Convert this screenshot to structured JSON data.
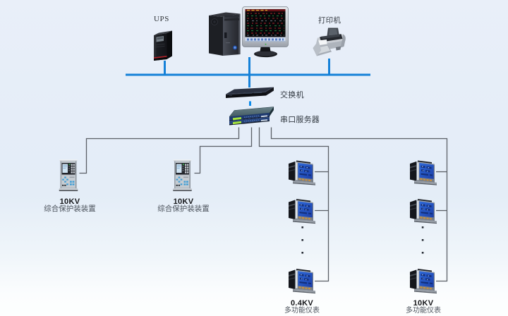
{
  "diagram": {
    "type": "network-topology",
    "nodes": {
      "ups": {
        "label": "UPS"
      },
      "computer": {
        "label": ""
      },
      "printer": {
        "label": "打印机"
      },
      "switch": {
        "label": "交换机"
      },
      "serial_server": {
        "label": "串口服务器"
      },
      "protection_device_1": {
        "voltage": "10KV",
        "name": "综合保护装装置"
      },
      "protection_device_2": {
        "voltage": "10KV",
        "name": "综合保护装装置"
      },
      "meter_group_1": {
        "voltage": "0.4KV",
        "name": "多功能仪表"
      },
      "meter_group_2": {
        "voltage": "10KV",
        "name": "多功能仪表"
      }
    },
    "colors": {
      "ethernet_line": "#1581d8",
      "serial_line": "#565b62",
      "background_top": "#e9eff9",
      "background_bottom": "#fbfdfe"
    }
  }
}
